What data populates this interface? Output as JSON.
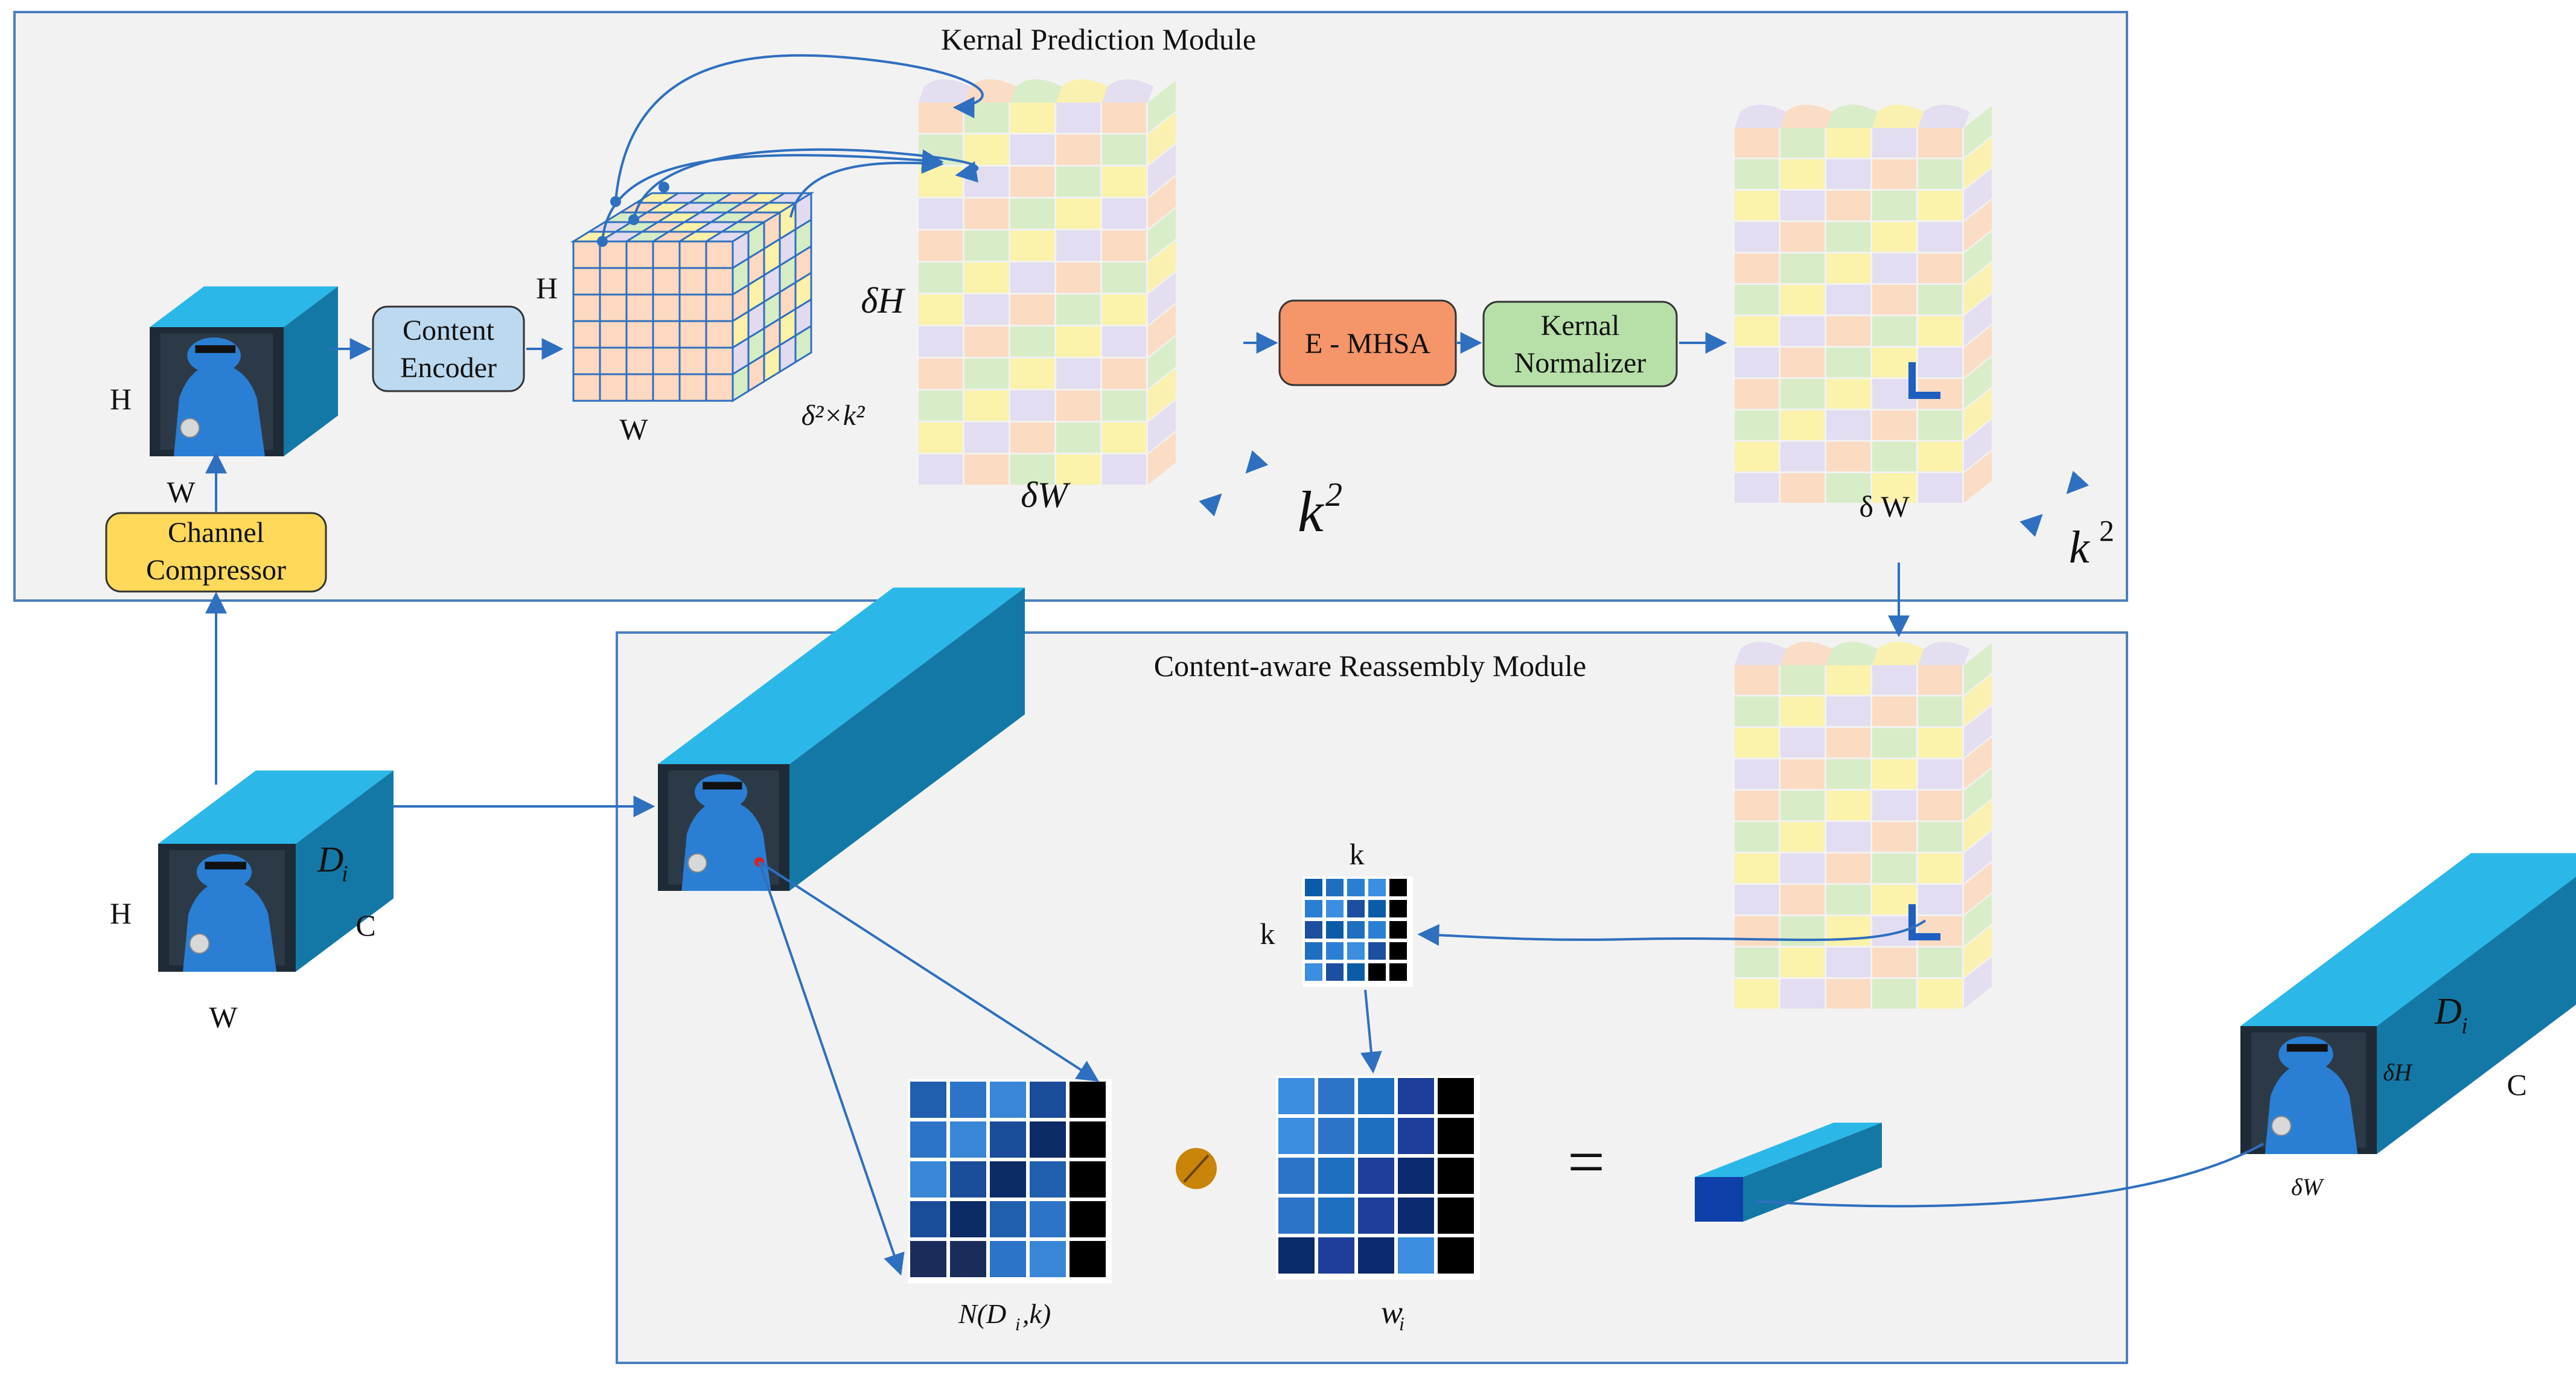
{
  "modules": {
    "kernel_prediction": "Kernal Prediction Module",
    "reassembly": "Content-aware Reassembly Module"
  },
  "blocks": {
    "content_encoder": [
      "Content",
      "Encoder"
    ],
    "channel_compressor": [
      "Channel",
      "Compressor"
    ],
    "emhsa": "E - MHSA",
    "kernel_normalizer": [
      "Kernal",
      "Normalizer"
    ]
  },
  "labels": {
    "H": "H",
    "W": "W",
    "C": "C",
    "k": "k",
    "delta_H": "δH",
    "delta_W": "δW",
    "delta_W_spaced": "δ W",
    "k2_base": "k",
    "k2_sup": "2",
    "kernel_depth": "δ²×k²",
    "D_base": "D",
    "D_sub": "i",
    "N_expr": "N(D",
    "N_sub": "i",
    "N_tail": ",k)",
    "w_base": "w",
    "w_sub": "i",
    "equals": "="
  },
  "colors": {
    "panel_bg": "#f2f2f2",
    "panel_border": "#4a7fc1",
    "arrow": "#2f6fbf",
    "cube_front": "#1fa8d6",
    "cube_top": "#2bb8e8",
    "cube_side": "#1478a6",
    "encoder_fill": "#bcd9f0",
    "compressor_fill": "#ffd95a",
    "emhsa_fill": "#f5956a",
    "normalizer_fill": "#b6e0a8",
    "tile_peach": "#fcd9c0",
    "tile_green": "#d6ecc4",
    "tile_yellow": "#fbf1a8",
    "tile_lavender": "#e2dbf0",
    "multiply_op": "#c8850a"
  }
}
